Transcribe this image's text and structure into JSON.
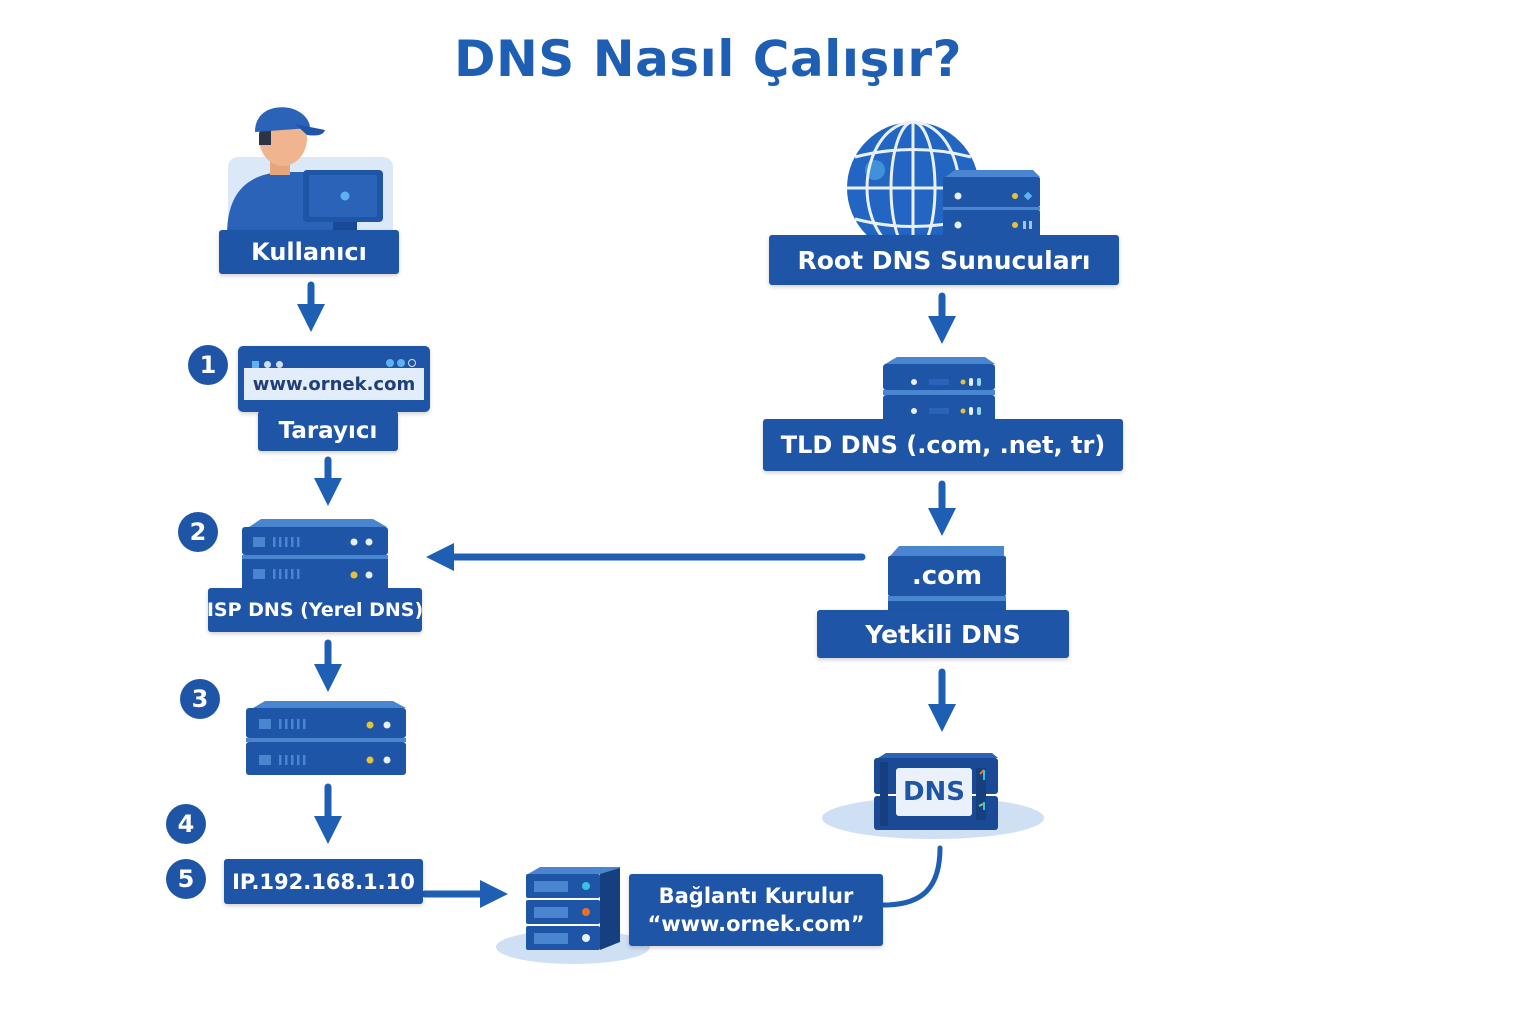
{
  "title": "DNS Nasıl Çalışır?",
  "colors": {
    "primary": "#1f55a6",
    "title": "#1f5fb3",
    "arrow": "#1f5fb3",
    "light_bg": "#dbe8f7",
    "led_yellow": "#e6c23a",
    "led_white": "#e8f0fb",
    "led_orange": "#e8702a",
    "led_cyan": "#36c4e0"
  },
  "nodes": {
    "user": {
      "label": "Kullanıcı",
      "icon": "user-at-computer-icon"
    },
    "browser": {
      "step": "1",
      "url": "www.ornek.com",
      "label": "Tarayıcı",
      "icon": "browser-window-icon"
    },
    "isp_dns": {
      "step": "2",
      "label": "ISP DNS (Yerel DNS)",
      "icon": "server-stack-icon"
    },
    "resolver": {
      "step": "3",
      "icon": "server-stack-icon"
    },
    "step4": {
      "step": "4"
    },
    "ip_result": {
      "step": "5",
      "label": "IP.192.168.1.10"
    },
    "root_dns": {
      "label": "Root DNS Sunucuları",
      "icon": "globe-server-icon"
    },
    "tld_dns": {
      "label": "TLD DNS (.com, .net, tr)",
      "icon": "server-stack-icon"
    },
    "authoritative": {
      "label": "Yetkili DNS",
      "server_text": ".com",
      "icon": "com-server-icon"
    },
    "dns_box": {
      "text": "DNS",
      "icon": "dns-server-icon"
    },
    "connection": {
      "line1": "Bağlantı Kurulur",
      "line2": "“www.ornek.com”",
      "icon": "web-server-icon"
    }
  }
}
